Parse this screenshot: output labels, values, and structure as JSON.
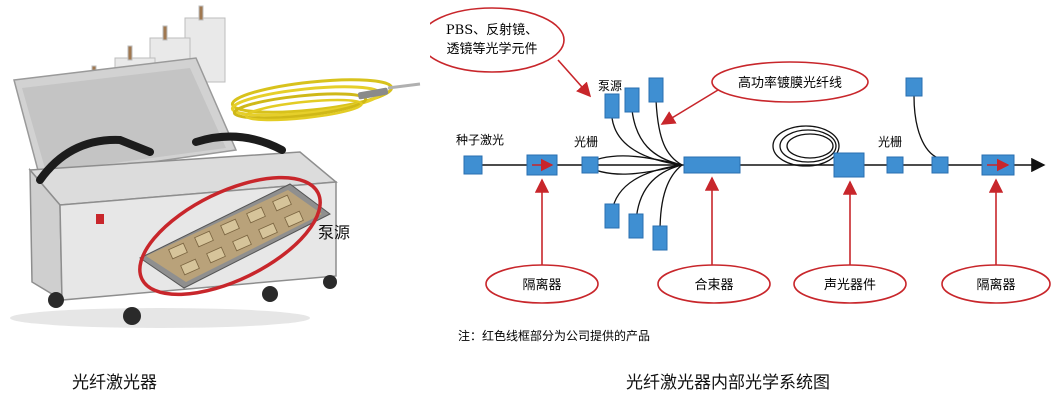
{
  "photo": {
    "pump_label": "泵源",
    "caption": "光纤激光器"
  },
  "diagram": {
    "caption": "光纤激光器内部光学系统图",
    "bubble_top": [
      "PBS、反射镜、",
      "透镜等光学元件"
    ],
    "coated_fiber_label": "高功率镀膜光纤线",
    "pump_label": "泵源",
    "seed_label": "种子激光",
    "grating_left": "光栅",
    "grating_right": "光栅",
    "isolator_left": "隔离器",
    "combiner": "合束器",
    "acousto_optic": "声光器件",
    "isolator_right": "隔离器",
    "note": "注：红色线框部分为公司提供的产品"
  },
  "colors": {
    "component_blue": "#3f8fd2",
    "component_border": "#2a6fb0",
    "highlight_red": "#c8262b",
    "line": "#111111"
  }
}
